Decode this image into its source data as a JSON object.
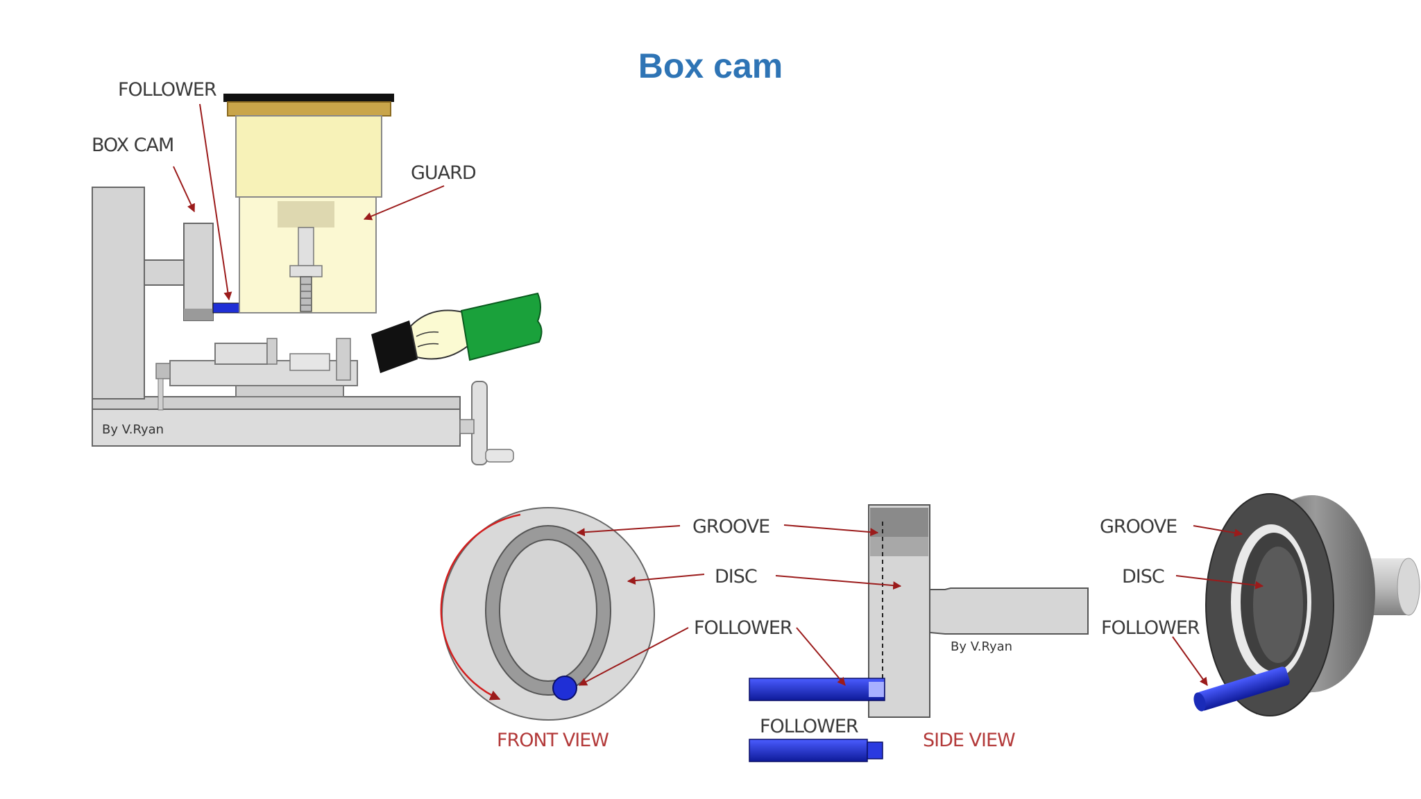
{
  "slide": {
    "title": "Box cam"
  },
  "machine": {
    "labels": {
      "follower": "FOLLOWER",
      "box_cam": "BOX CAM",
      "guard": "GUARD",
      "credit": "By V.Ryan"
    }
  },
  "views": {
    "front": {
      "groove": "GROOVE",
      "disc": "DISC",
      "follower": "FOLLOWER",
      "caption": "FRONT VIEW"
    },
    "side": {
      "follower": "FOLLOWER",
      "caption": "SIDE VIEW",
      "credit": "By V.Ryan"
    },
    "iso": {
      "groove": "GROOVE",
      "disc": "DISC",
      "follower": "FOLLOWER"
    }
  },
  "colors": {
    "title": "#2e74b5",
    "arrow": "#9b1b1b",
    "follower": "#1f2fd6",
    "metal": "#cfcfcf",
    "guard": "#fbf8d2",
    "sleeve": "#1aa13b"
  },
  "icons": [
    "arrow-icon",
    "rotation-arrow-icon",
    "hand-icon"
  ]
}
